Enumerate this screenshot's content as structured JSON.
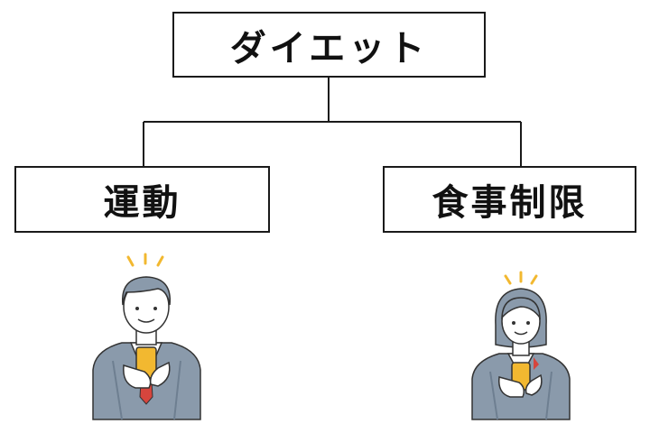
{
  "diagram": {
    "root": {
      "label": "ダイエット"
    },
    "branches": [
      {
        "label": "運動"
      },
      {
        "label": "食事制限"
      }
    ]
  },
  "colors": {
    "border": "#1a1a1a",
    "suit": "#8a9aab",
    "suit_dark": "#6e7f91",
    "skin": "#ffffff",
    "phone": "#f2b830",
    "tie": "#d6453d",
    "spark": "#f2b830"
  },
  "icons": {
    "left_illustration": "man-with-smartphone",
    "right_illustration": "woman-with-smartphone"
  }
}
